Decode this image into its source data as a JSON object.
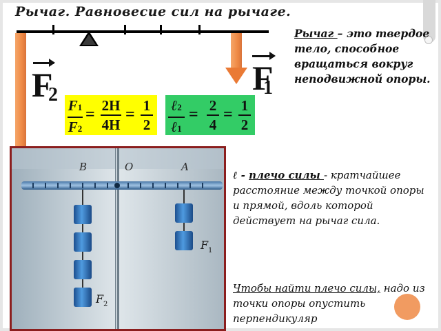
{
  "slide": {
    "title": "Рычаг. Равновесие сил на рычаге.",
    "definition_term": "Рычаг ",
    "definition_rest": "– это твердое тело, способное вращаться вокруг неподвижной опоры.",
    "arm_symbol": "ℓ - ",
    "arm_term": "плечо силы ",
    "arm_dash": "-",
    "arm_text": "кратчайшее расстояние между точкой опоры и прямой, вдоль которой действует на рычаг сила.",
    "find_part1": "Чтобы найти плечо си",
    "find_underlined": "лы,",
    "find_part2": " надо из точки опоры опустить перпендикуляр"
  },
  "forces": {
    "left_letter": "F",
    "left_index": "2",
    "right_letter": "F",
    "right_index": "1"
  },
  "formula_forces": {
    "num_var": "F",
    "num_sub": "1",
    "den_var": "F",
    "den_sub": "2",
    "eq1": "=",
    "num_val": "2Н",
    "den_val": "4Н",
    "eq2": "=",
    "num_res": "1",
    "den_res": "2"
  },
  "formula_arms": {
    "num_var": "ℓ",
    "num_sub": "2",
    "den_var": "ℓ",
    "den_sub": "1",
    "eq1": "=",
    "num_val": "2",
    "den_val": "4",
    "eq2": "=",
    "num_res": "1",
    "den_res": "2"
  },
  "photo": {
    "label_b": "B",
    "label_o": "O",
    "label_a": "A",
    "label_f1": "F",
    "label_f1_sub": "1",
    "label_f2": "F",
    "label_f2_sub": "2"
  },
  "colors": {
    "arrow": "#ef8a45",
    "formula_left_bg": "#ffff00",
    "formula_right_bg": "#33cc66",
    "photo_border": "#8b1e1e",
    "weights": "#2e78c7"
  }
}
